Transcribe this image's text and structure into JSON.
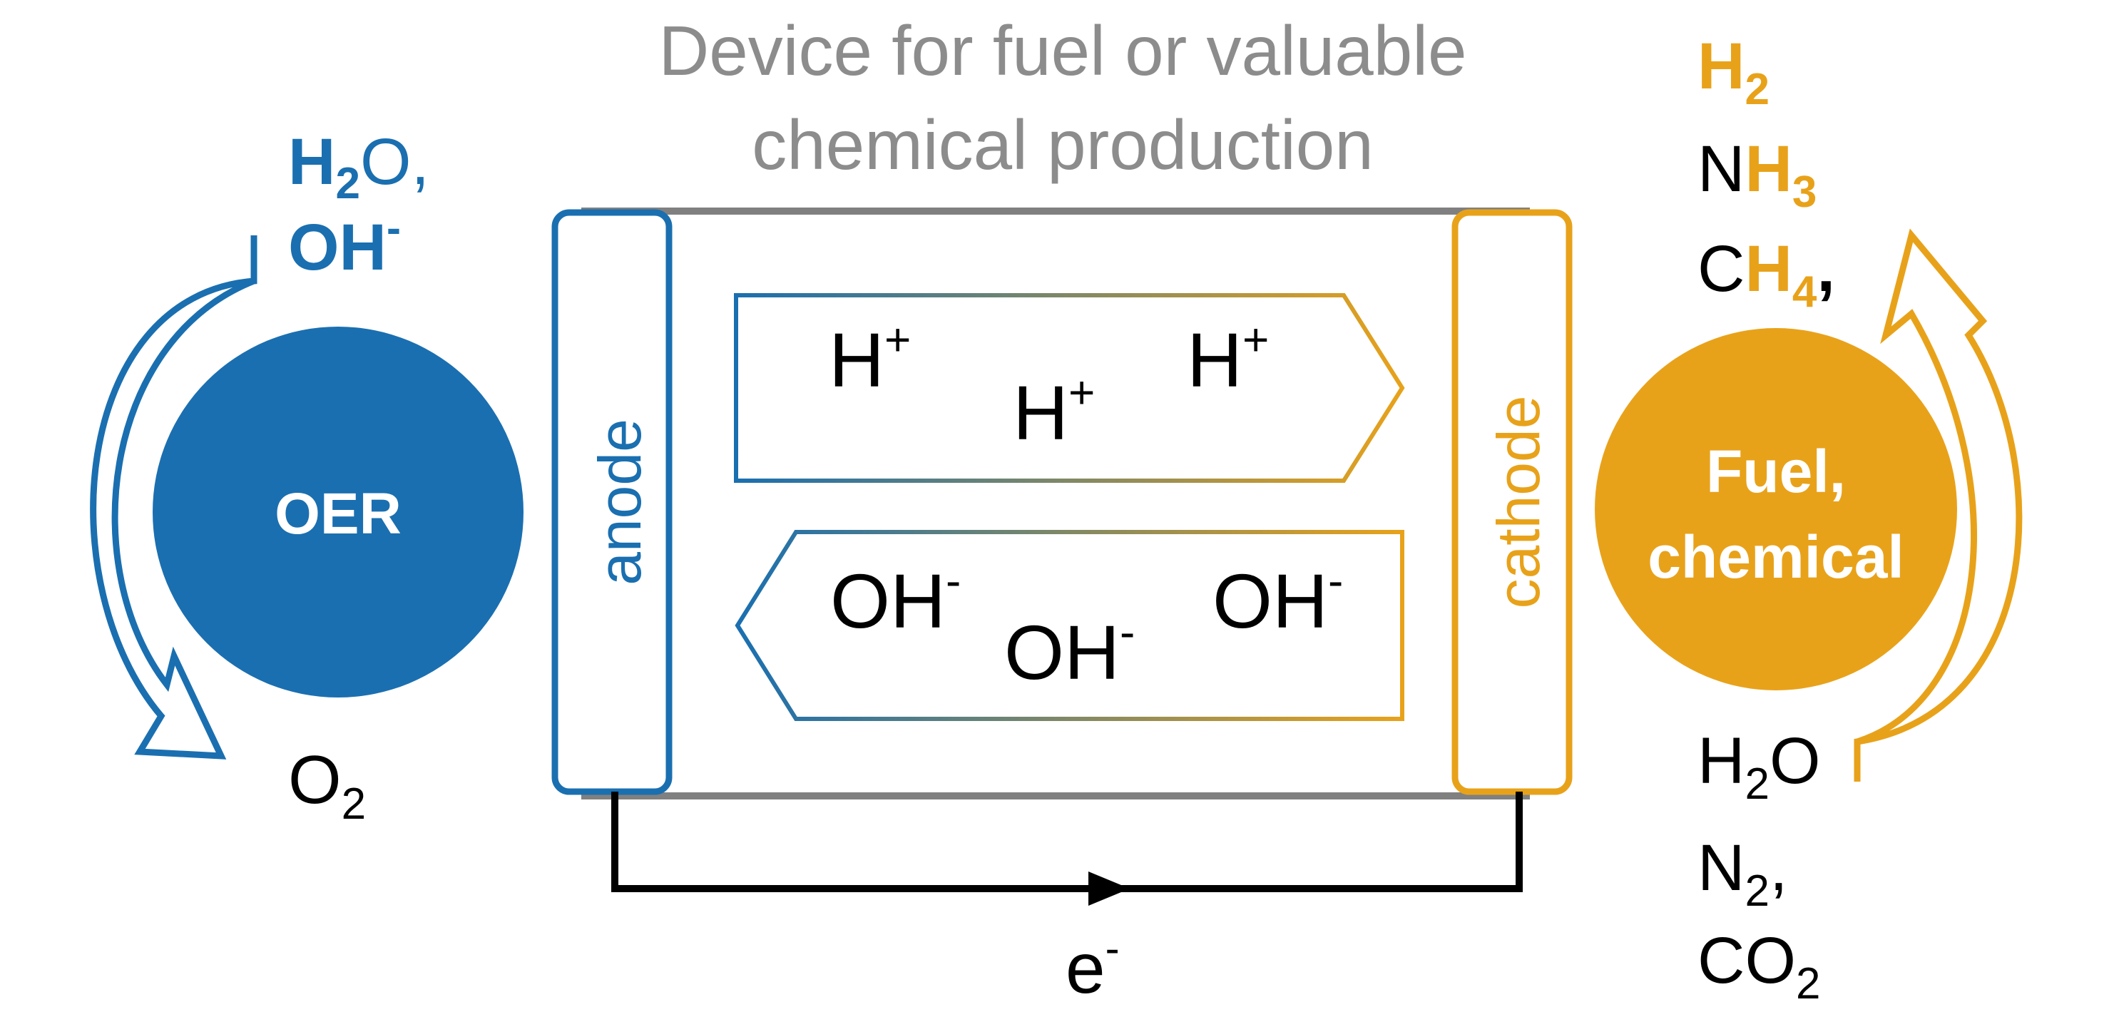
{
  "title": {
    "line1": "Device for fuel or valuable",
    "line2": "chemical production"
  },
  "colors": {
    "anode_blue": "#1A6FB0",
    "cathode_orange": "#E8A21A",
    "title_gray": "#8C8C8C",
    "device_border_gray": "#808080",
    "text_black": "#000000"
  },
  "left": {
    "circle_label": "OER",
    "input_line1": {
      "main": "H",
      "sub": "2",
      "tail": "O,"
    },
    "input_line2": {
      "main": "OH",
      "sup": "-"
    },
    "output": {
      "main": "O",
      "sub": "2"
    }
  },
  "electrodes": {
    "anode": "anode",
    "cathode": "cathode"
  },
  "ions": {
    "proton": {
      "main": "H",
      "sup": "+"
    },
    "hydroxide": {
      "main": "OH",
      "sup": "-"
    }
  },
  "electron": {
    "main": "e",
    "sup": "-"
  },
  "right": {
    "circle_line1": "Fuel,",
    "circle_line2": "chemical",
    "products": [
      {
        "prefix": "",
        "main": "H",
        "sub": "2",
        "tail": ""
      },
      {
        "prefix": "N",
        "main": "H",
        "sub": "3",
        "tail": ""
      },
      {
        "prefix": "C",
        "main": "H",
        "sub": "4",
        "tail": ","
      }
    ],
    "reactants": [
      {
        "main": "H",
        "sub": "2",
        "tail": "O"
      },
      {
        "main": "N",
        "sub": "2",
        "tail": ","
      },
      {
        "main": "CO",
        "sub": "2",
        "tail": ""
      }
    ]
  }
}
